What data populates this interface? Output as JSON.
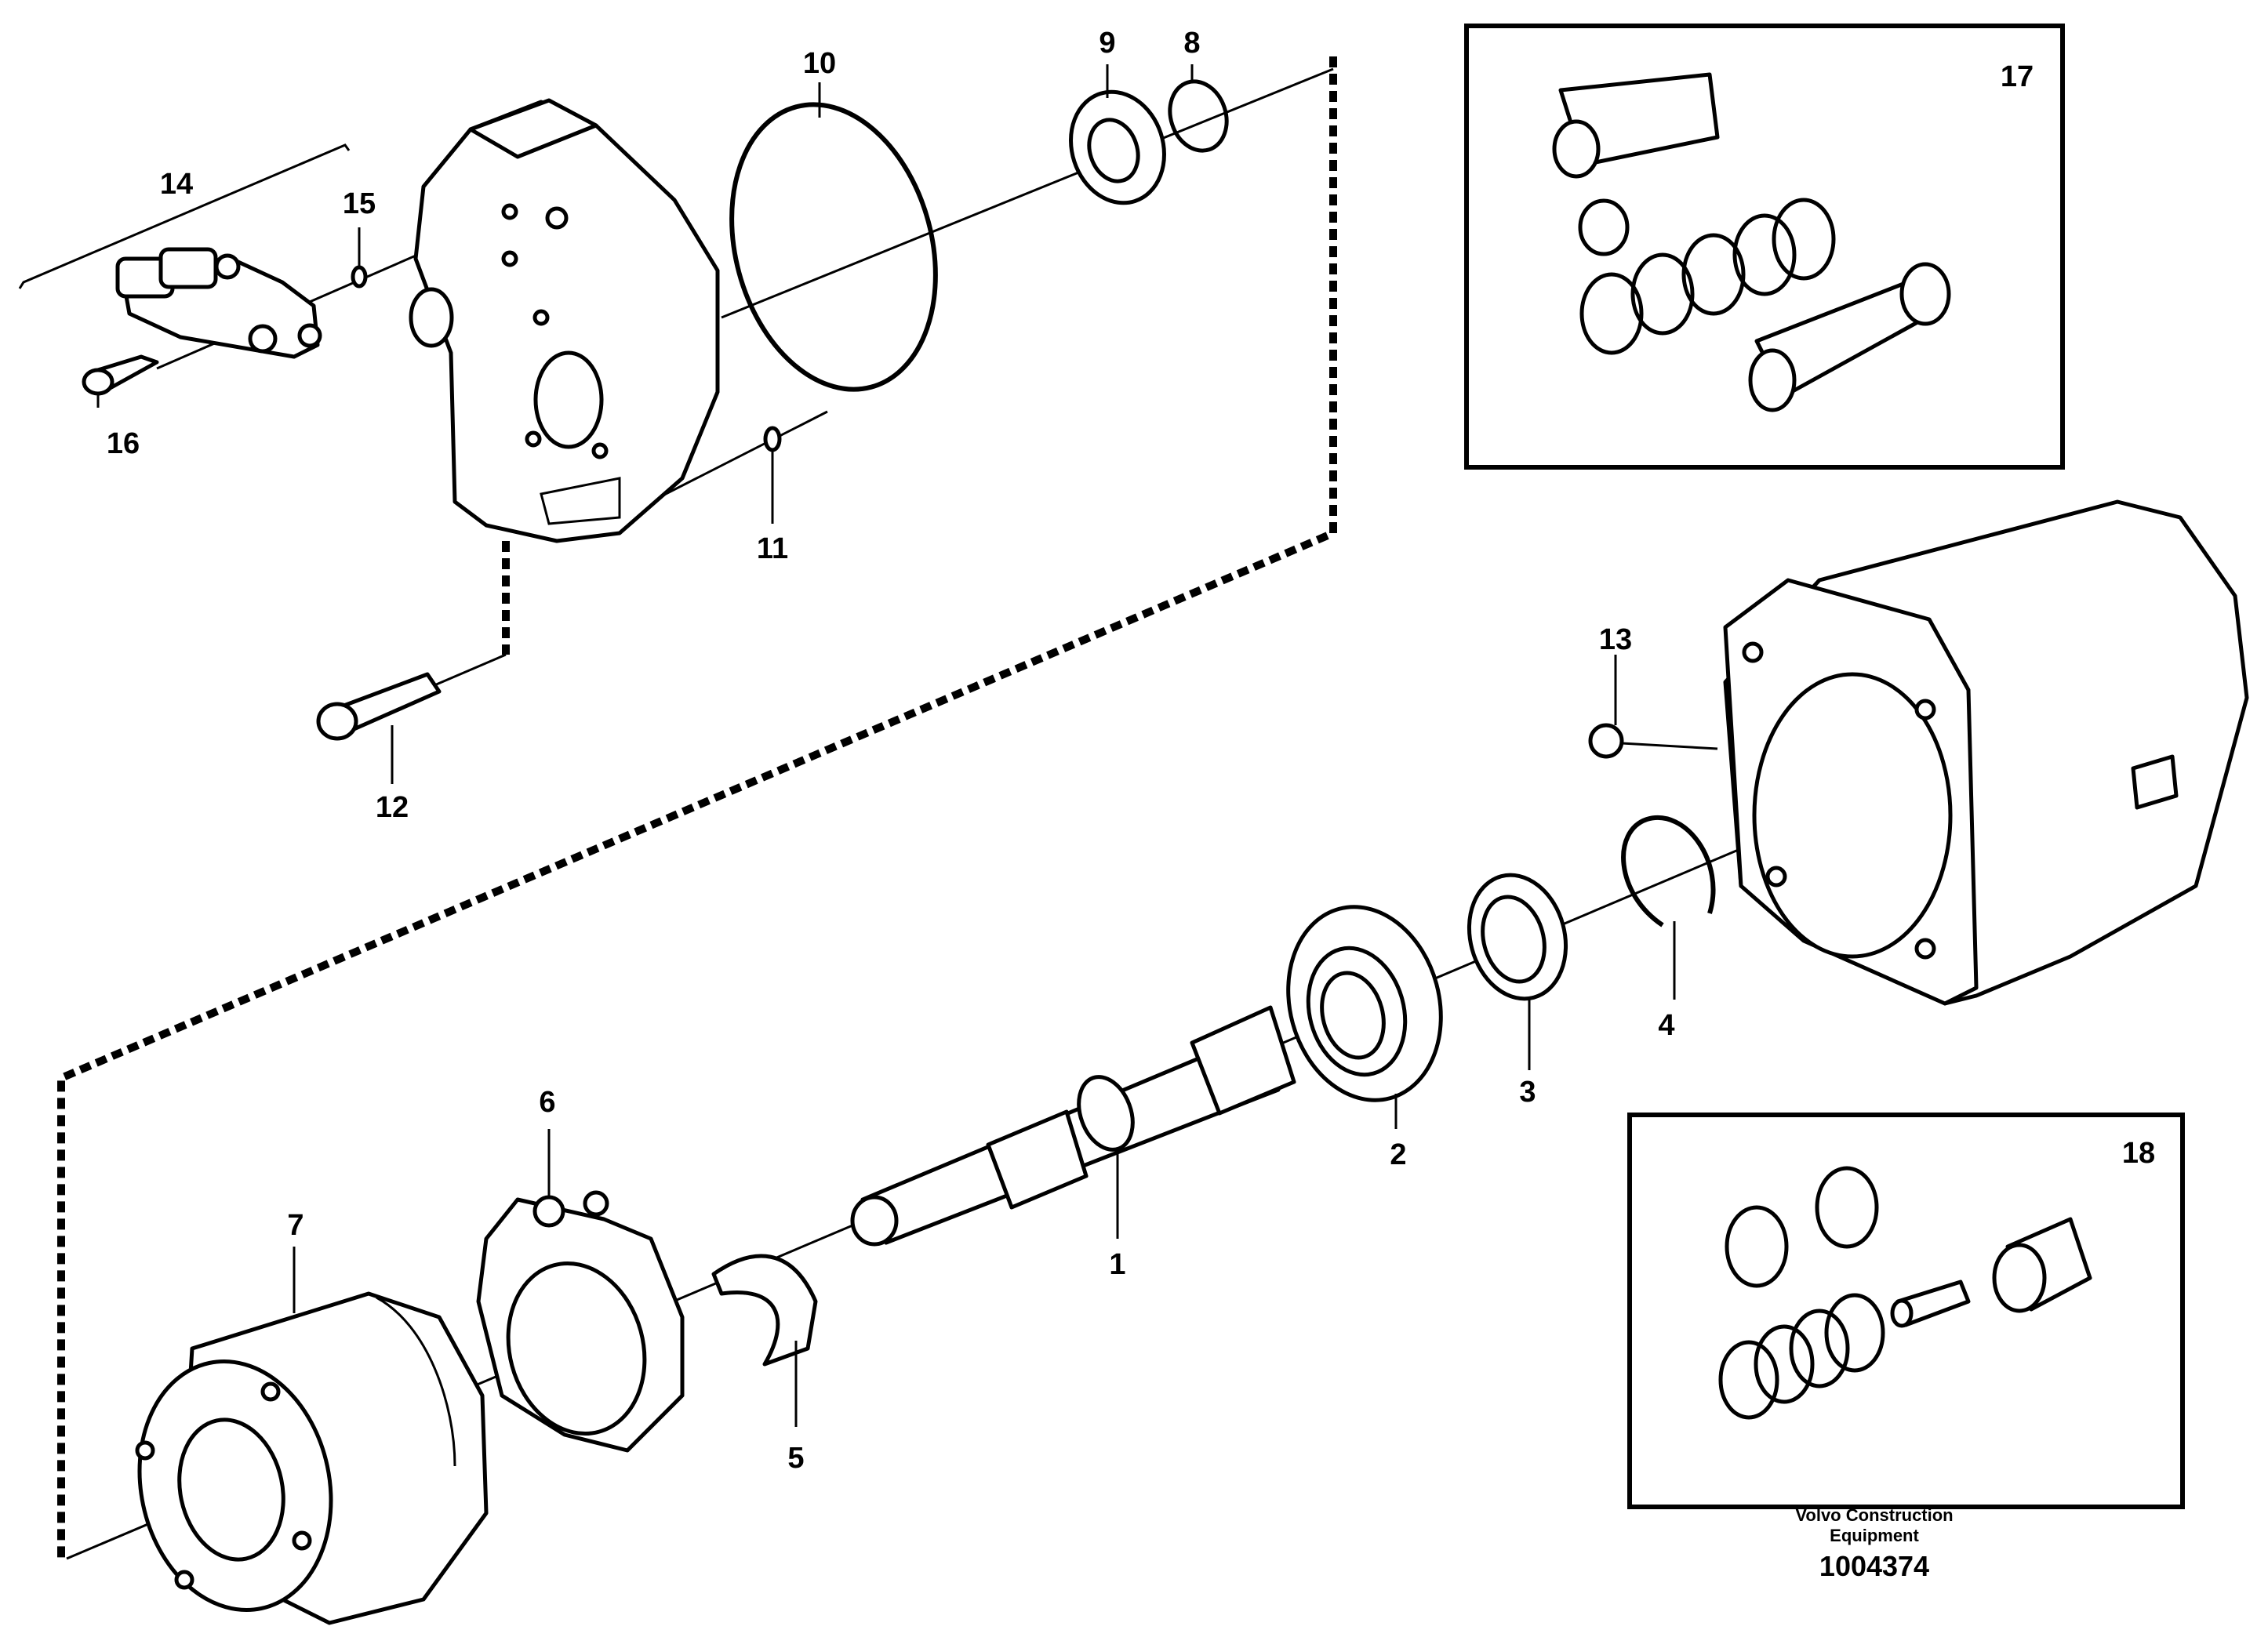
{
  "callouts": {
    "c1": "1",
    "c2": "2",
    "c3": "3",
    "c4": "4",
    "c5": "5",
    "c6": "6",
    "c7": "7",
    "c8": "8",
    "c9": "9",
    "c10": "10",
    "c11": "11",
    "c12": "12",
    "c13": "13",
    "c14": "14",
    "c15": "15",
    "c16": "16",
    "c17": "17",
    "c18": "18"
  },
  "footer": {
    "company_line1": "Volvo Construction",
    "company_line2": "Equipment",
    "drawing_number": "1004374"
  }
}
